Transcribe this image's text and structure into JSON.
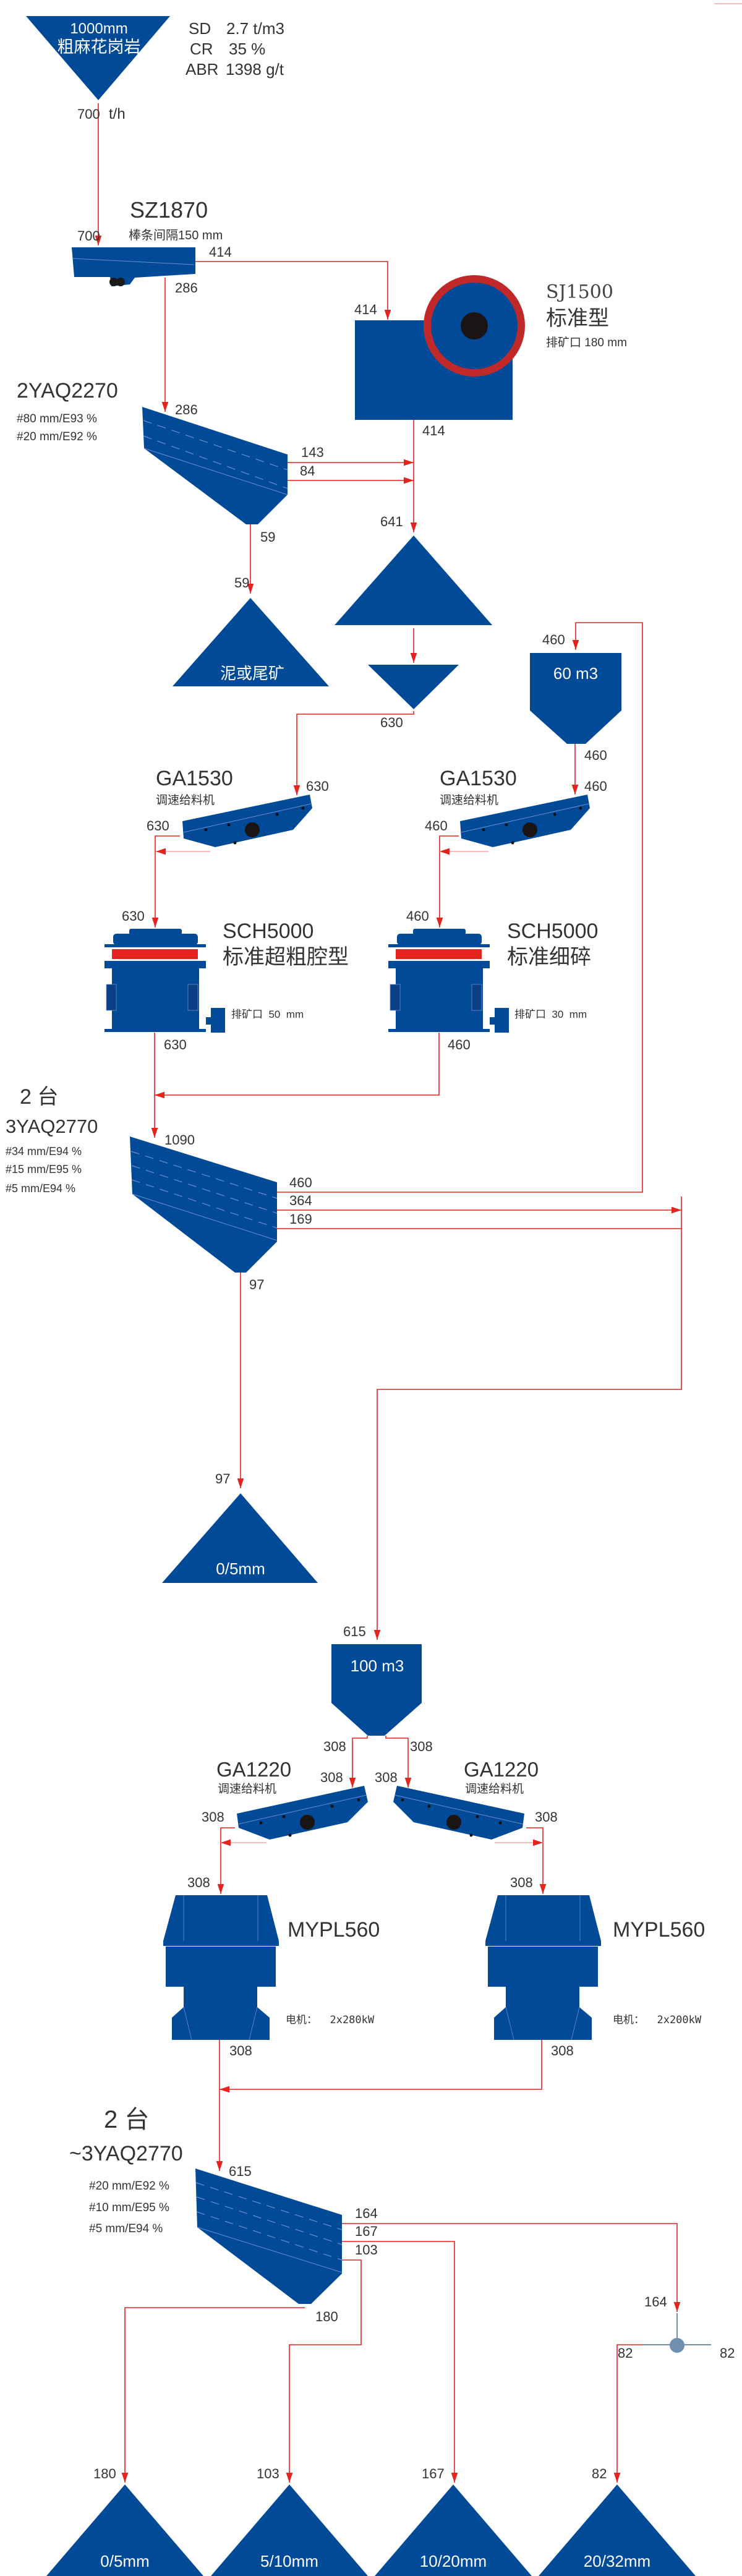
{
  "colors": {
    "equipment": "#004a98",
    "flow_line": "#e52420",
    "crusher_band": "#e52420",
    "text": "#333333",
    "splitter": "#6f8fae"
  },
  "source": {
    "size": "1000mm",
    "material": "粗麻花岗岩",
    "flow_unit": "t/h"
  },
  "properties": [
    {
      "key": "SD",
      "value": "2.7 t/m3"
    },
    {
      "key": "CR",
      "value": "35 %"
    },
    {
      "key": "ABR",
      "value": "1398 g/t"
    }
  ],
  "grizzly": {
    "model": "SZ1870",
    "spec": "棒条间隔150 mm"
  },
  "jaw": {
    "model": "SJ1500",
    "type": "标准型",
    "spec": "排矿口 180 mm"
  },
  "screen1": {
    "model": "2YAQ2270",
    "decks": [
      "#80 mm/E93 %",
      "#20 mm/E92 %"
    ]
  },
  "tailings_pile": "泥或尾矿",
  "surge_bin1": "60 m3",
  "feeder_a": {
    "model": "GA1530",
    "desc": "调速给料机"
  },
  "cone_left": {
    "model": "SCH5000",
    "type": "标准超粗腔型",
    "spec": "排矿口  50  mm"
  },
  "cone_right": {
    "model": "SCH5000",
    "type": "标准细碎",
    "spec": "排矿口  30  mm"
  },
  "screen2": {
    "count": "2 台",
    "model": "3YAQ2770",
    "decks": [
      "#34 mm/E94 %",
      "#15 mm/E95 %",
      "#5 mm/E94 %"
    ]
  },
  "fines_pile": "0/5mm",
  "surge_bin2": "100 m3",
  "feeder_b": {
    "model": "GA1220",
    "desc": "调速给料机"
  },
  "vsi_left": {
    "model": "MYPL560",
    "motor": "电机：  2x280kW"
  },
  "vsi_right": {
    "model": "MYPL560",
    "motor": "电机：  2x200kW"
  },
  "screen3": {
    "count": "2 台",
    "model": "~3YAQ2770",
    "decks": [
      "#20 mm/E92 %",
      "#10 mm/E95 %",
      "#5 mm/E94 %"
    ]
  },
  "products": [
    "0/5mm",
    "5/10mm",
    "10/20mm",
    "20/32mm"
  ],
  "flows": [
    "700",
    "700",
    "414",
    "286",
    "414",
    "414",
    "286",
    "143",
    "84",
    "59",
    "641",
    "59",
    "630",
    "630",
    "630",
    "630",
    "630",
    "460",
    "460",
    "460",
    "460",
    "460",
    "460",
    "1090",
    "460",
    "364",
    "169",
    "97",
    "97",
    "615",
    "308",
    "308",
    "308",
    "308",
    "308",
    "308",
    "308",
    "308",
    "308",
    "308",
    "615",
    "164",
    "167",
    "103",
    "180",
    "164",
    "82",
    "82",
    "180",
    "103",
    "167",
    "82"
  ]
}
